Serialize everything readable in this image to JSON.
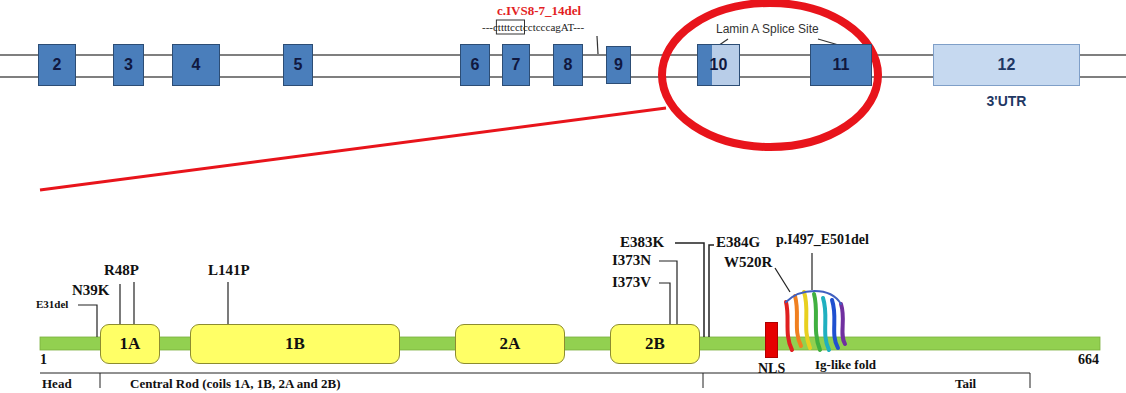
{
  "diagram": {
    "nodes": [
      {
        "text": [
          "2"
        ]
      },
      {
        "text": [
          "3"
        ]
      },
      {
        "text": [
          "4"
        ]
      },
      {
        "text": [
          "5"
        ]
      },
      {
        "text": [
          "6"
        ]
      },
      {
        "text": [
          "7"
        ]
      },
      {
        "text": [
          "8"
        ]
      },
      {
        "text": [
          "9"
        ]
      },
      {
        "text": [
          "10"
        ]
      },
      {
        "text": [
          "11"
        ]
      },
      {
        "text": [
          "12",
          "3'UTR"
        ]
      },
      {
        "text": [
          "1A"
        ]
      },
      {
        "text": [
          "1B"
        ]
      },
      {
        "text": [
          "2A"
        ]
      },
      {
        "text": [
          "2B"
        ]
      },
      {
        "text": [
          "NLS"
        ]
      }
    ],
    "labels": [
      "c.IVS8-7_14del",
      "---cttttcctcctcccagAT---",
      "Lamin A Splice Site",
      "E383K",
      "E384G",
      "p.I497_E501del",
      "W520R",
      "R48P",
      "N39K",
      "E31del",
      "L141P",
      "I373N",
      "I373V",
      "1",
      "664",
      "Head",
      "Central Rod (coils 1A, 1B, 2A and 2B)",
      "Ig-like fold",
      "Tail"
    ]
  }
}
